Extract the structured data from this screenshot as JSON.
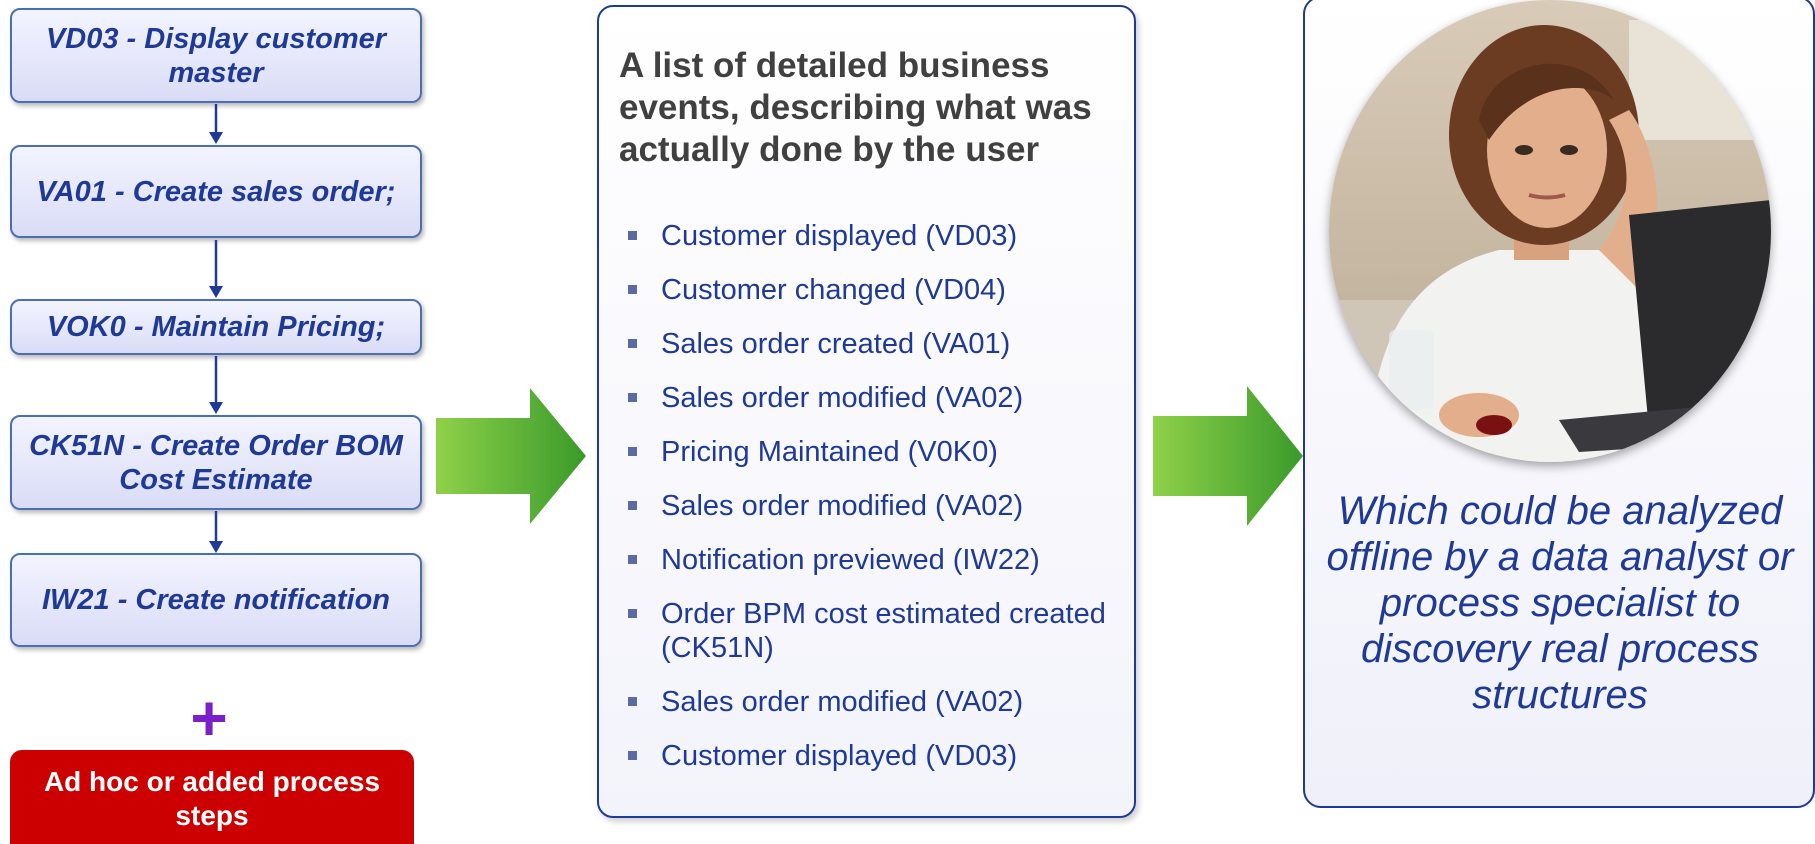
{
  "process_steps": [
    {
      "label": "VD03 - Display customer master"
    },
    {
      "label": "VA01 - Create sales order;"
    },
    {
      "label": "VOK0 - Maintain Pricing;"
    },
    {
      "label": "CK51N - Create Order BOM Cost Estimate"
    },
    {
      "label": "IW21 - Create notification"
    }
  ],
  "plus_sign": "+",
  "adhoc_label": "Ad hoc or added process steps",
  "events_panel": {
    "heading": "A list of detailed business events, describing what was actually done by the user",
    "items": [
      "Customer displayed (VD03)",
      "Customer changed (VD04)",
      "Sales order created (VA01)",
      "Sales order modified (VA02)",
      "Pricing Maintained (V0K0)",
      "Sales order modified (VA02)",
      "Notification previewed (IW22)",
      "Order BPM cost estimated created (CK51N)",
      "Sales order modified (VA02)",
      "Customer displayed (VD03)"
    ]
  },
  "right_panel": {
    "text": "Which could be analyzed offline by a data analyst or process specialist to discovery real process structures"
  },
  "colors": {
    "step_text": "#1f3a96",
    "step_border": "#4a6fb5",
    "adhoc_bg": "#cc0000",
    "plus": "#7a1fc9",
    "arrow_green_light": "#8fd14a",
    "arrow_green_dark": "#3a9a2a",
    "list_text": "#1f3a96",
    "heading_text": "#404040"
  },
  "icons": [
    "down-arrow-icon",
    "right-arrow-icon",
    "bullet-square-icon"
  ]
}
